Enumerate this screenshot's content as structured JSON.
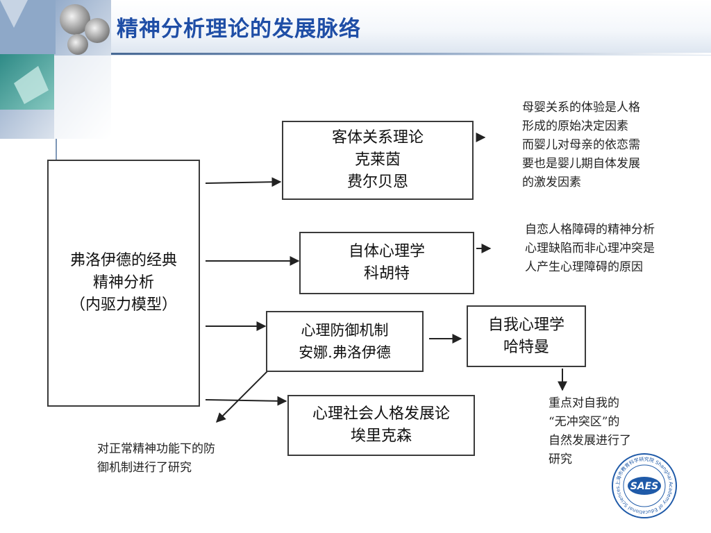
{
  "title": "精神分析理论的发展脉络",
  "source_box": {
    "lines": [
      "弗洛伊德的经典",
      "精神分析",
      "（内驱力模型）"
    ]
  },
  "branches": [
    {
      "lines": [
        "客体关系理论",
        "克莱茵",
        "费尔贝恩"
      ]
    },
    {
      "lines": [
        "自体心理学",
        "科胡特"
      ]
    },
    {
      "lines": [
        "心理防御机制",
        "安娜.弗洛伊德"
      ]
    },
    {
      "lines": [
        "心理社会人格发展论",
        "埃里克森"
      ]
    }
  ],
  "ego_box": {
    "lines": [
      "自我心理学",
      "哈特曼"
    ]
  },
  "notes": {
    "object_relations": [
      "母婴关系的体验是人格",
      "形成的原始决定因素",
      "而婴儿对母亲的依恋需",
      "要也是婴儿期自体发展",
      "的激发因素"
    ],
    "self_psychology": [
      "自恋人格障碍的精神分析",
      "心理缺陷而非心理冲突是",
      "人产生心理障碍的原因"
    ],
    "defense": [
      "对正常精神功能下的防",
      "御机制进行了研究"
    ],
    "ego_psychology": [
      "重点对自我的",
      "“无冲突区”的",
      "自然发展进行了",
      "研究"
    ]
  },
  "logo": {
    "text": "SAES",
    "ring_text": "上海市教育科学研究院 Shanghai Academy of Educational Sciences"
  },
  "colors": {
    "title": "#1f4ea6",
    "logo": "#1f5aa8",
    "border": "#3a3a3a"
  }
}
